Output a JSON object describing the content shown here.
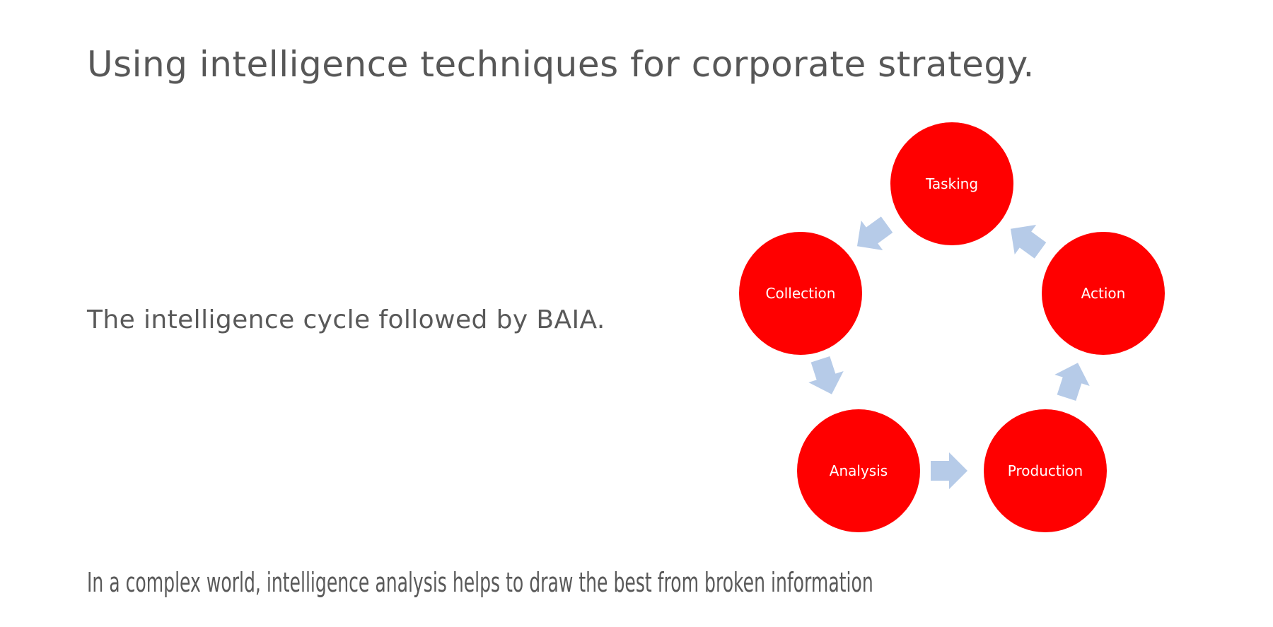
{
  "slide": {
    "title": "Using intelligence techniques for corporate strategy.",
    "subtitle": "The intelligence cycle followed by BAIA.",
    "caption": "In a complex world, intelligence analysis helps to draw the best from broken information"
  },
  "diagram": {
    "type": "cycle",
    "node_color": "#ff0000",
    "arrow_color": "#b6cbe8",
    "label_color": "#ffffff",
    "stages": [
      {
        "label": "Tasking"
      },
      {
        "label": "Collection"
      },
      {
        "label": "Analysis"
      },
      {
        "label": "Production"
      },
      {
        "label": "Action"
      }
    ]
  }
}
